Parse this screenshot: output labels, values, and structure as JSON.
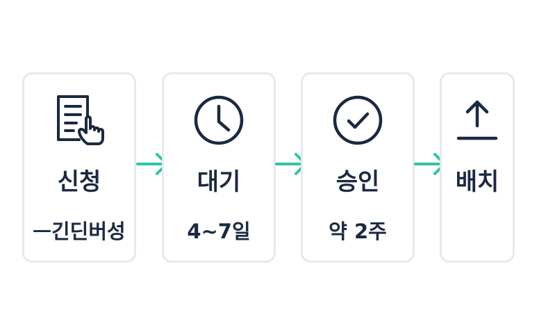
{
  "steps": [
    {
      "icon": "document-pointer-icon",
      "title": "신청",
      "subtitle": "ᅳ긴딘버성"
    },
    {
      "icon": "clock-icon",
      "title": "대기",
      "subtitle": "4~7일"
    },
    {
      "icon": "check-circle-icon",
      "title": "승인",
      "subtitle": "약 2주"
    },
    {
      "icon": "upload-icon",
      "title": "배치",
      "subtitle": ""
    }
  ],
  "colors": {
    "text": "#1b2940",
    "arrow": "#2ec4a6",
    "card_border": "#e6e9ee"
  }
}
